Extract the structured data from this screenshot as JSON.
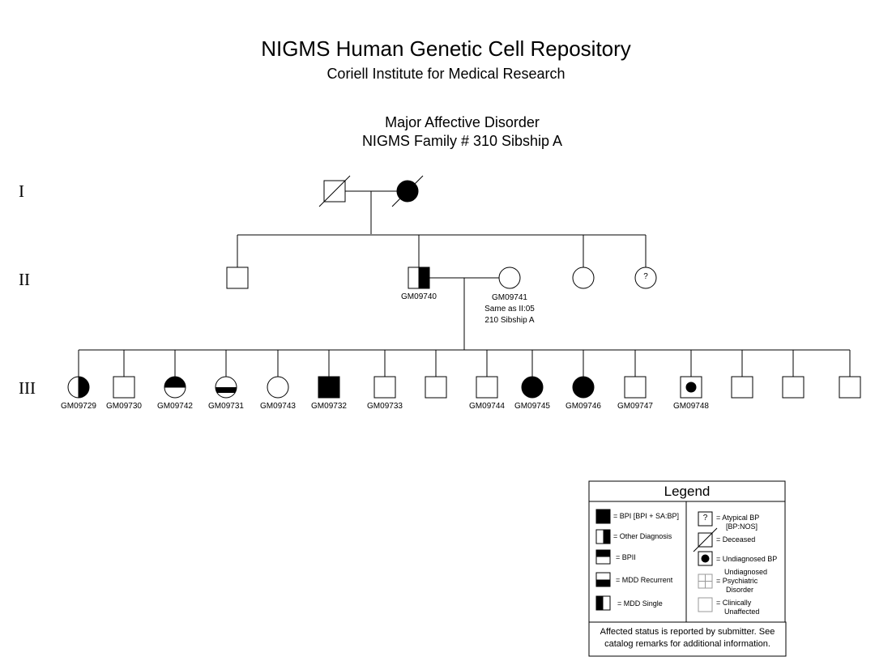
{
  "header": {
    "title": "NIGMS Human Genetic Cell Repository",
    "subtitle": "Coriell Institute for Medical Research",
    "disorder": "Major Affective Disorder",
    "family": "NIGMS Family # 310 Sibship A"
  },
  "generations": [
    "I",
    "II",
    "III"
  ],
  "pedigree": {
    "gen2": {
      "proband_father_id": "GM09740",
      "mother_id": "GM09741",
      "mother_note_1": "Same as II:05",
      "mother_note_2": "210 Sibship A",
      "unknown_symbol": "?"
    },
    "gen3_ids": [
      "GM09729",
      "GM09730",
      "GM09742",
      "GM09731",
      "GM09743",
      "GM09732",
      "GM09733",
      "GM09744",
      "GM09745",
      "GM09746",
      "GM09747",
      "GM09748"
    ]
  },
  "legend": {
    "title": "Legend",
    "left_items": [
      "= BPI [BPI + SA:BP]",
      "= Other Diagnosis",
      "= BPII",
      "= MDD Recurrent",
      "= MDD Single"
    ],
    "atypical_symbol": "?",
    "atypical_1": "=  Atypical BP",
    "atypical_2": "[BP:NOS]",
    "deceased": "= Deceased",
    "undiagnosed_bp": "= Undiagnosed BP",
    "psych_1": "Undiagnosed",
    "psych_2": "= Psychiatric",
    "psych_3": "Disorder",
    "unaffected_1": "= Clinically",
    "unaffected_2": "Unaffected",
    "footer_1": "Affected status is reported by submitter. See",
    "footer_2": "catalog remarks for additional information."
  }
}
